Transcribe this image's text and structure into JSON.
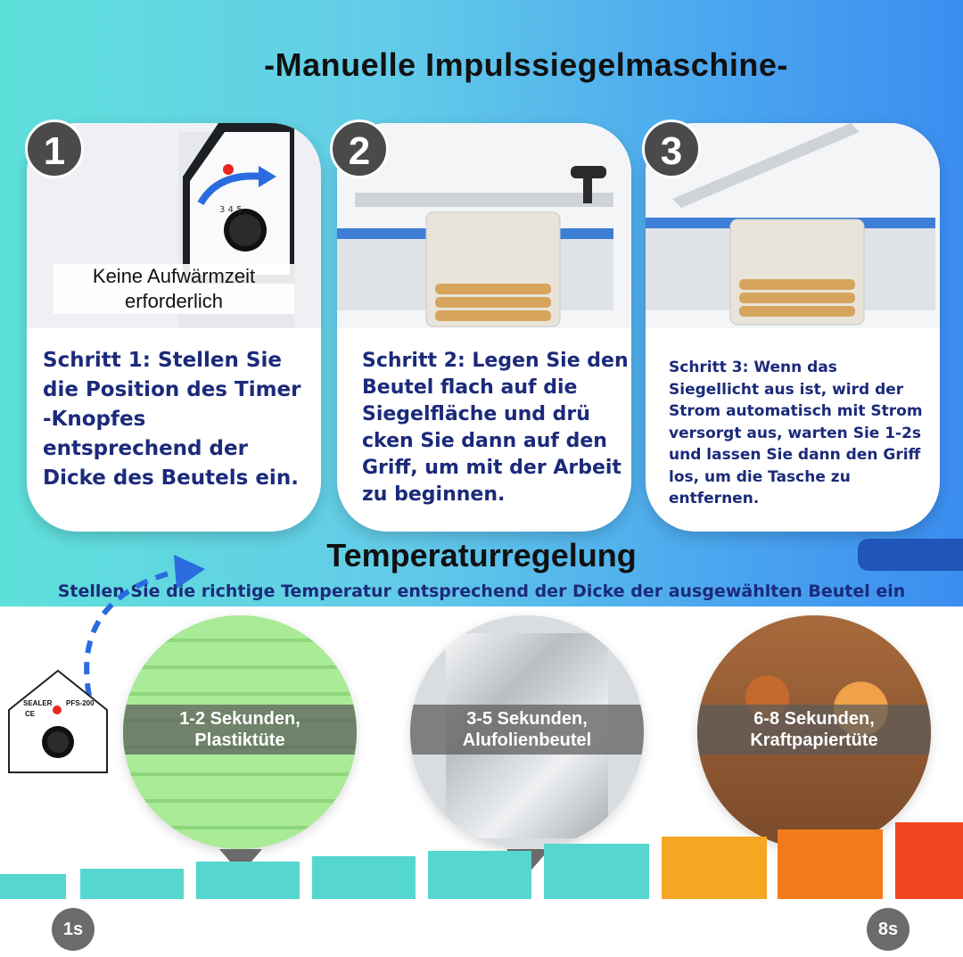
{
  "title": "-Manuelle Impulssiegelmaschine-",
  "badge": {
    "line1": "Keine Aufwärmzeit",
    "line2": "erforderlich"
  },
  "steps": [
    {
      "number": "1",
      "text": "Schritt 1: Stellen Sie die Position des Timer -Knopfes entsprechend der Dicke des Beutels ein."
    },
    {
      "number": "2",
      "text": "Schritt 2: Legen Sie den Beutel flach auf die Siegelfläche und drü cken Sie dann auf den Griff, um mit der Arbeit zu beginnen."
    },
    {
      "number": "3",
      "text": "Schritt 3: Wenn das Siegellicht aus ist, wird der Strom automatisch mit Strom versorgt aus, warten Sie 1-2s und lassen Sie dann den Griff los, um die Tasche zu entfernen."
    }
  ],
  "section": {
    "title": "Temperaturregelung",
    "subtitle": "Stellen Sie die richtige Temperatur entsprechend der Dicke der ausgewählten Beutel ein"
  },
  "dial": {
    "brand": "SEALER",
    "model": "PFS-200",
    "ce": "CE"
  },
  "bags": [
    {
      "line1": "1-2 Sekunden,",
      "line2": "Plastiktüte",
      "color": "#9be38a"
    },
    {
      "line1": "3-5 Sekunden,",
      "line2": "Alufolienbeutel",
      "color": "#d9dde1"
    },
    {
      "line1": "6-8 Sekunden,",
      "line2": "Kraftpapiertüte",
      "color": "#b57a4a"
    }
  ],
  "scale": {
    "start": "1s",
    "end": "8s"
  },
  "colors": {
    "teal": "#4fd6cf",
    "orange": "#f5a623",
    "red": "#f0441e",
    "heading_blue": "#1b2a7a"
  }
}
